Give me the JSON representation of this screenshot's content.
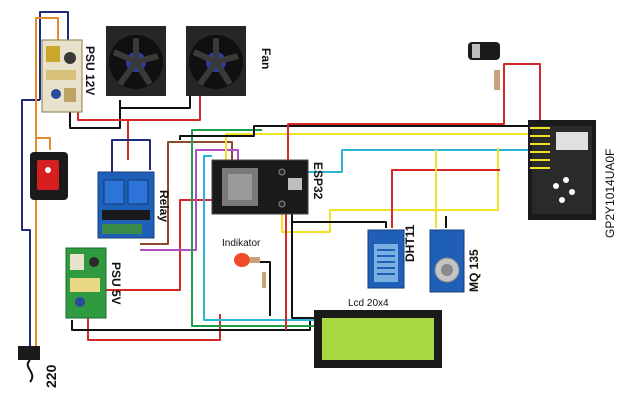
{
  "labels": {
    "psu12": "PSU 12V",
    "fan": "Fan",
    "relay": "Relay",
    "esp32": "ESP32",
    "indicator": "Indikator",
    "psu5": "PSU 5V",
    "lcd": "Lcd 20x4",
    "dht11": "DHT11",
    "mq135": "MQ 135",
    "dust_sensor": "GP2Y1014UA0F",
    "mains": "220"
  },
  "colors": {
    "wire_navy": "#1f2a7a",
    "wire_red": "#d62828",
    "wire_black": "#111111",
    "wire_orange": "#e58a2b",
    "wire_yellow": "#f2e227",
    "wire_cyan": "#2bb6d6",
    "wire_green": "#1e9e4a",
    "wire_brown": "#8b4a2b",
    "wire_purple": "#b04fc4",
    "module_blue": "#1f5fb8",
    "lcd_screen": "#a9d940",
    "led_red": "#f24a2a"
  }
}
